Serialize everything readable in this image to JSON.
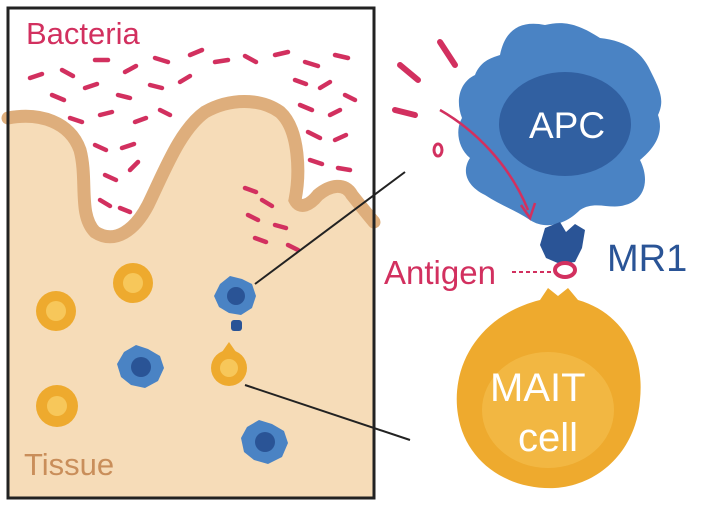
{
  "labels": {
    "bacteria": "Bacteria",
    "tissue": "Tissue",
    "apc": "APC",
    "mr1": "MR1",
    "antigen": "Antigen",
    "mait_line1": "MAIT",
    "mait_line2": "cell"
  },
  "colors": {
    "magenta": "#d2305f",
    "blue": "#4a83c4",
    "dark_blue": "#2a5496",
    "orange": "#eeaa2e",
    "tissue_fill": "#f6dcb8",
    "tissue_border": "#deae7c",
    "tissue_text": "#c98e5a",
    "frame": "#222222"
  }
}
